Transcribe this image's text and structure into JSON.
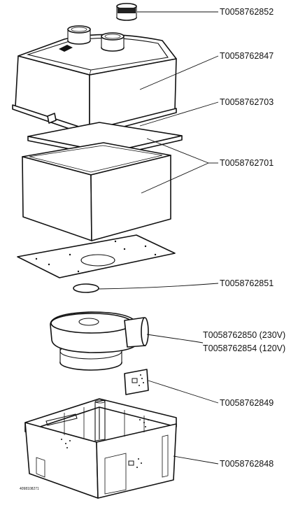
{
  "parts": [
    {
      "id": "cap",
      "part_number": "T0058762852"
    },
    {
      "id": "upper-housing",
      "part_number": "T0058762847"
    },
    {
      "id": "filter-pad",
      "part_number": "T0058762703"
    },
    {
      "id": "filter-box",
      "part_number": "T0058762701"
    },
    {
      "id": "seal-ring",
      "part_number": "T0058762851"
    },
    {
      "id": "blower-fan",
      "part_number": "T0058762850 (230V)",
      "alt_part_number": "T0058762854 (120V)"
    },
    {
      "id": "connector-plate",
      "part_number": "T0058762849"
    },
    {
      "id": "base-tray",
      "part_number": "T0058762848"
    }
  ],
  "drawing_code": "4098108271"
}
